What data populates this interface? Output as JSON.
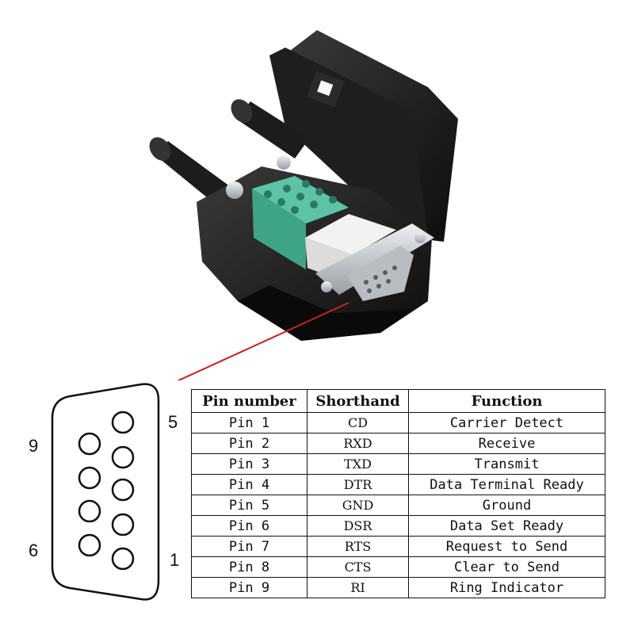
{
  "pin_labels": {
    "top_right": "5",
    "top_left": "9",
    "bottom_left": "6",
    "bottom_right": "1"
  },
  "table": {
    "headers": [
      "Pin number",
      "Shorthand",
      "Function"
    ],
    "rows": [
      [
        "Pin 1",
        "CD",
        "Carrier Detect"
      ],
      [
        "Pin 2",
        "RXD",
        "Receive"
      ],
      [
        "Pin 3",
        "TXD",
        "Transmit"
      ],
      [
        "Pin 4",
        "DTR",
        "Data Terminal Ready"
      ],
      [
        "Pin 5",
        "GND",
        "Ground"
      ],
      [
        "Pin 6",
        "DSR",
        "Data Set Ready"
      ],
      [
        "Pin 7",
        "RTS",
        "Request to Send"
      ],
      [
        "Pin 8",
        "CTS",
        "Clear to Send"
      ],
      [
        "Pin 9",
        "RI",
        "Ring Indicator"
      ]
    ]
  },
  "colors": {
    "arrow": "#cc2020",
    "terminal_block": "#5cc4a4",
    "housing": "#1a1a1a",
    "shell": "#c9ccd1"
  }
}
